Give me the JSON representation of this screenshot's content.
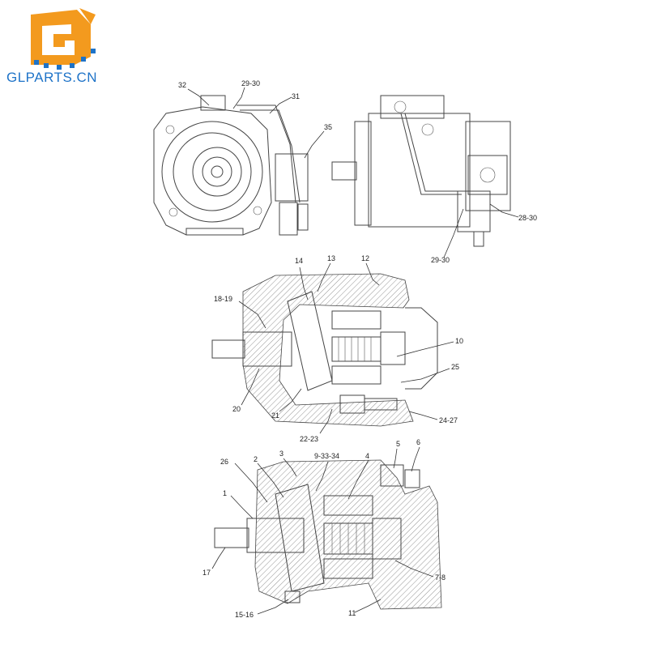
{
  "brand": {
    "logo_text": "GLPARTS.CN",
    "logo_color": "#f39a1e",
    "text_color": "#1e73c8"
  },
  "callouts": {
    "c32": "32",
    "c29_30_top": "29-30",
    "c31": "31",
    "c35": "35",
    "c28_30": "28-30",
    "c29_30_bottom": "29-30",
    "c14": "14",
    "c13": "13",
    "c12": "12",
    "c18_19": "18-19",
    "c10": "10",
    "c25": "25",
    "c20": "20",
    "c21": "21",
    "c22_23": "22-23",
    "c24_27": "24-27",
    "c3": "3",
    "c26": "26",
    "c2": "2",
    "c9_33_34": "9-33-34",
    "c4": "4",
    "c5": "5",
    "c6": "6",
    "c1": "1",
    "c17": "17",
    "c7_8": "7-8",
    "c15_16": "15-16",
    "c11": "11"
  }
}
